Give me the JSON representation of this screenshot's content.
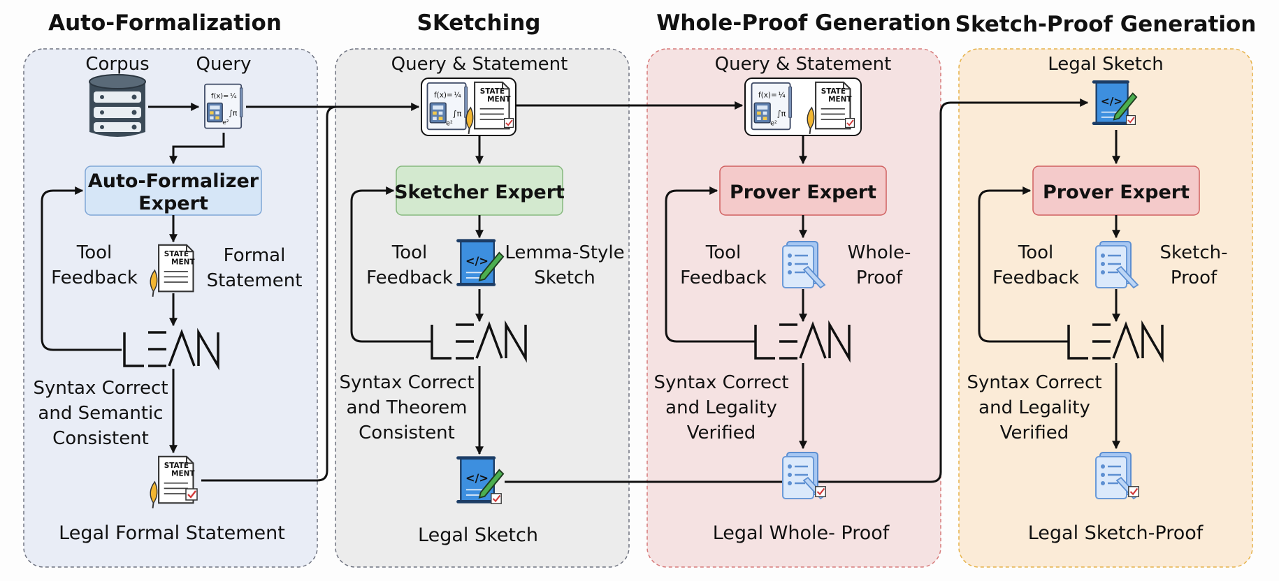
{
  "colors": {
    "panel1": "#e9edf6",
    "panel2": "#ececec",
    "panel3": "#f5e2e2",
    "panel4": "#fbebd7",
    "auto_box": "#d6e6f7",
    "sketcher_box": "#d3e9cf",
    "prover_box": "#f4caca"
  },
  "panels": [
    {
      "title": "Auto-Formalization",
      "labels": {
        "corpus": "Corpus",
        "query": "Query",
        "expert_line1": "Auto-Formalizer",
        "expert_line2": "Expert",
        "tool_line1": "Tool",
        "tool_line2": "Feedback",
        "out_line1": "Formal",
        "out_line2": "Statement",
        "cond_line1": "Syntax Correct",
        "cond_line2": "and Semantic",
        "cond_line3": "Consistent",
        "final": "Legal Formal Statement"
      }
    },
    {
      "title": "SKetching",
      "labels": {
        "input": "Query & Statement",
        "expert": "Sketcher Expert",
        "tool_line1": "Tool",
        "tool_line2": "Feedback",
        "out_line1": "Lemma-Style",
        "out_line2": "Sketch",
        "cond_line1": "Syntax Correct",
        "cond_line2": "and Theorem",
        "cond_line3": "Consistent",
        "final": "Legal Sketch"
      }
    },
    {
      "title": "Whole-Proof Generation",
      "labels": {
        "input": "Query & Statement",
        "expert": "Prover Expert",
        "tool_line1": "Tool",
        "tool_line2": "Feedback",
        "out_line1": "Whole-",
        "out_line2": "Proof",
        "cond_line1": "Syntax Correct",
        "cond_line2": "and Legality",
        "cond_line3": "Verified",
        "final": "Legal Whole- Proof"
      }
    },
    {
      "title": "Sketch-Proof Generation",
      "labels": {
        "input": "Legal Sketch",
        "expert": "Prover Expert",
        "tool_line1": "Tool",
        "tool_line2": "Feedback",
        "out_line1": "Sketch-",
        "out_line2": "Proof",
        "cond_line1": "Syntax Correct",
        "cond_line2": "and Legality",
        "cond_line3": "Verified",
        "final": "Legal Sketch-Proof"
      }
    }
  ],
  "icons": {
    "database": "database-icon",
    "math": "math-formula-icon",
    "statement": "statement-document-icon",
    "code": "code-scroll-icon",
    "proof": "proof-checklist-icon",
    "lean": "lean-logo"
  }
}
